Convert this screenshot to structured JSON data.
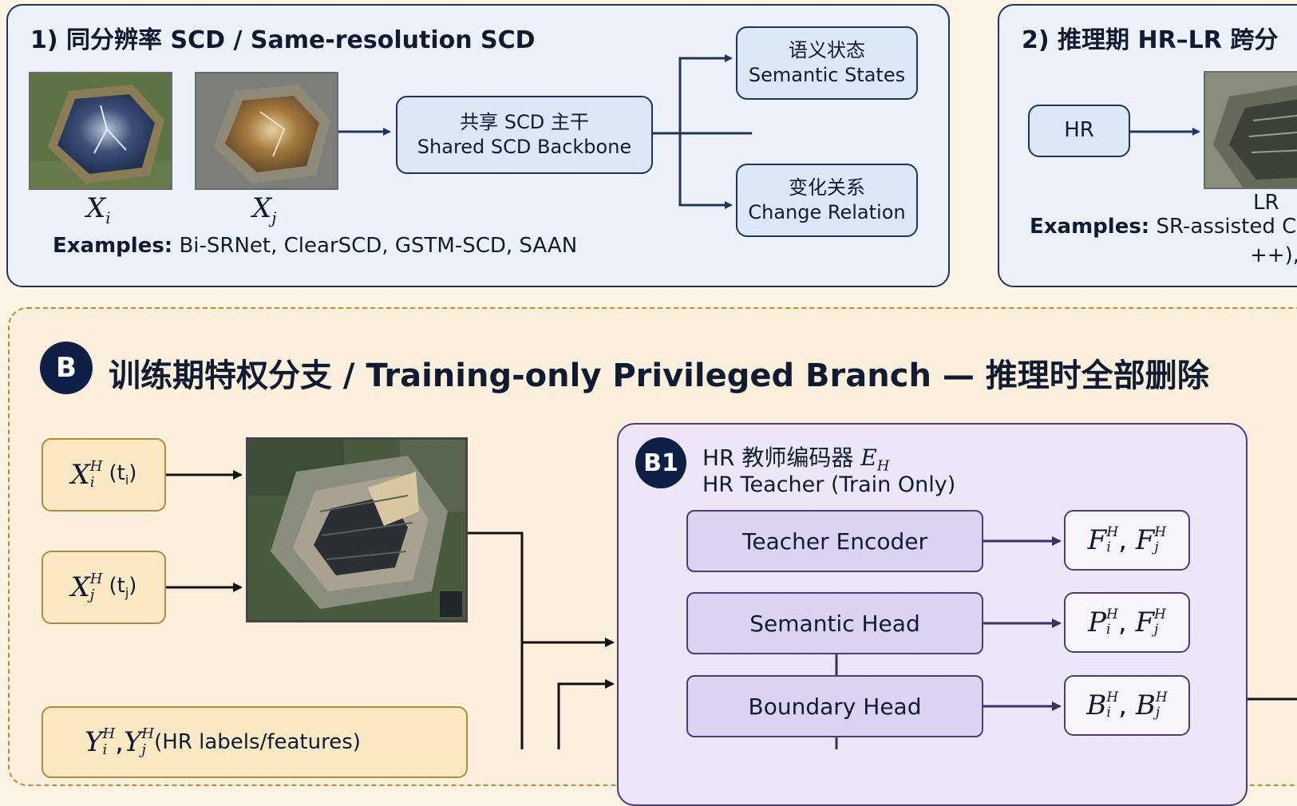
{
  "panel1": {
    "title": "1) 同分辨率 SCD / Same-resolution SCD",
    "xi_base": "X",
    "xi_sub": "i",
    "xj_base": "X",
    "xj_sub": "j",
    "backbone_zh": "共享 SCD 主干",
    "backbone_en": "Shared SCD Backbone",
    "semantic_zh": "语义状态",
    "semantic_en": "Semantic States",
    "change_zh": "变化关系",
    "change_en": "Change Relation",
    "examples_label": "Examples:",
    "examples_text": " Bi-SRNet, ClearSCD, GSTM-SCD, SAAN"
  },
  "panel2": {
    "title": "2) 推理期 HR–LR 跨分",
    "hr_label": "HR",
    "lr_label": "LR",
    "examples_label": "Examples:",
    "examples_text": " SR-assisted C",
    "examples_cont": "++),"
  },
  "sectionB": {
    "badge": "B",
    "title": "训练期特权分支 / Training-only Privileged Branch — 推理时全部删除",
    "input1_base": "X",
    "input1_sup": "H",
    "input1_sub": "i",
    "input1_time": "(t",
    "input1_time_sub": "i",
    "input1_close": ")",
    "input2_base": "X",
    "input2_sup": "H",
    "input2_sub": "j",
    "input2_time": "(t",
    "input2_time_sub": "j",
    "input2_close": ")",
    "labels_y1": "Y",
    "labels_y1_sup": "H",
    "labels_y1_sub": "i",
    "labels_sep": ", ",
    "labels_y2": "Y",
    "labels_y2_sup": "H",
    "labels_y2_sub": "j",
    "labels_text": " (HR labels/features)"
  },
  "b1": {
    "badge": "B1",
    "title_zh": "HR 教师编码器",
    "title_symbol": "E",
    "title_symbol_sub": "H",
    "title_en": "HR Teacher (Train Only)",
    "modules": [
      "Teacher Encoder",
      "Semantic Head",
      "Boundary Head"
    ],
    "outputs": [
      {
        "a": "F",
        "a_sub": "i",
        "b": "F",
        "b_sub": "j",
        "sup": "H"
      },
      {
        "a": "P",
        "a_sub": "i",
        "b": "F",
        "b_sub": "j",
        "sup": "H"
      },
      {
        "a": "B",
        "a_sub": "i",
        "b": "B",
        "b_sub": "j",
        "sup": "H"
      }
    ]
  },
  "colors": {
    "navy": "#1e3561",
    "panel_bg": "#edf2fa",
    "page_bg": "#fbf3e4",
    "dashed_border": "#c8892a",
    "purple_border": "#4a3d7a",
    "purple_fill": "#dcd3f0"
  }
}
